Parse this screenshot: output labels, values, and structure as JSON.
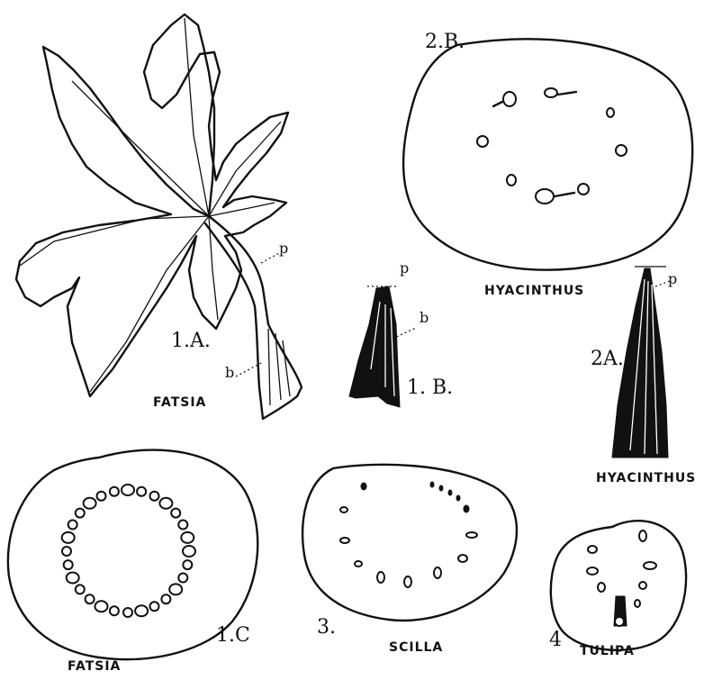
{
  "figures": {
    "fig_1a": {
      "number": "1.A.",
      "name": "FATSIA",
      "petiole_mark": "p",
      "base_mark": "b"
    },
    "fig_1b": {
      "number": "1. B.",
      "petiole_mark": "p",
      "base_mark": "b"
    },
    "fig_1c": {
      "number": "1.C",
      "name": "FATSIA"
    },
    "fig_2a": {
      "number": "2A.",
      "name": "HYACINTHUS",
      "petiole_mark": "p"
    },
    "fig_2b": {
      "number": "2.B.",
      "name": "HYACINTHUS"
    },
    "fig_3": {
      "number": "3.",
      "name": "SCILLA"
    },
    "fig_4": {
      "number": "4",
      "name": "TULIPA"
    }
  },
  "colors": {
    "ink": "#111111",
    "paper": "#ffffff"
  }
}
